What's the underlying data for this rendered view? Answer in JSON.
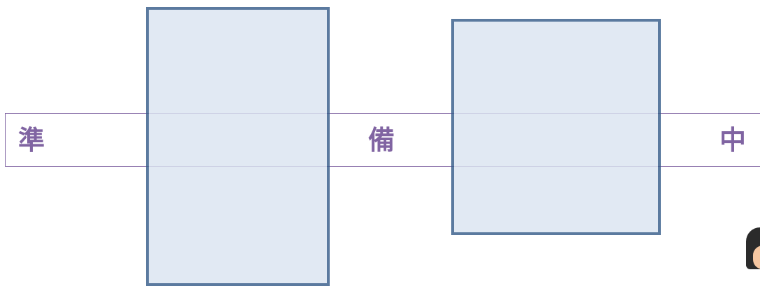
{
  "banner": {
    "chars": [
      "準",
      "備",
      "中"
    ]
  },
  "colors": {
    "banner_text": "#8064a2",
    "banner_border": "#8064a2",
    "panel_fill": "#dbe5f1",
    "panel_border": "#385d8a"
  },
  "icons": {
    "person": "person-illustration-icon"
  }
}
